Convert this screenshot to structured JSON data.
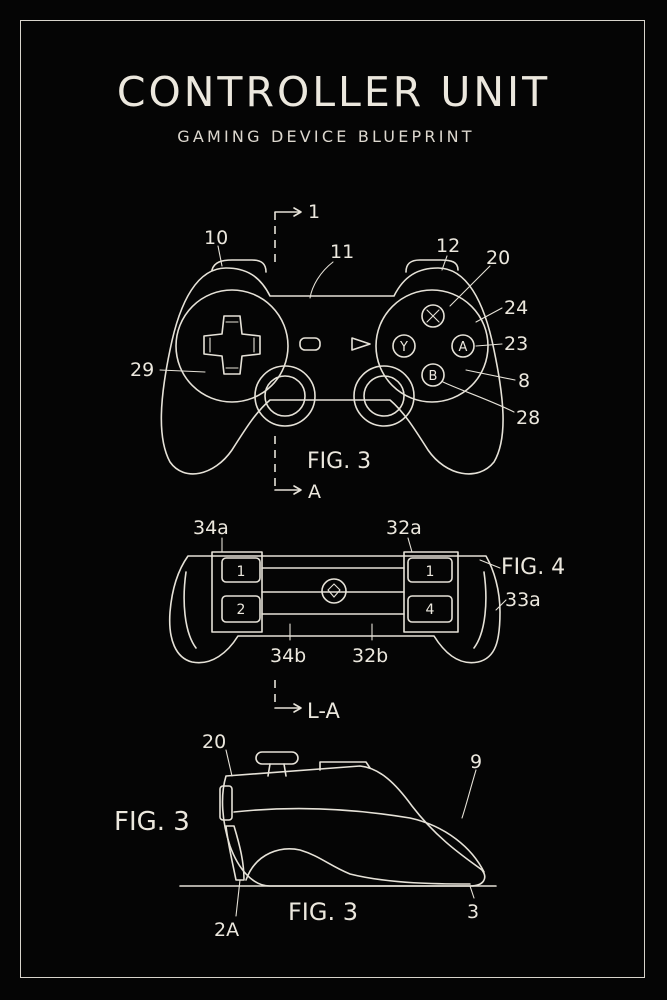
{
  "header": {
    "title": "CONTROLLER UNIT",
    "subtitle": "GAMING DEVICE BLUEPRINT"
  },
  "colors": {
    "background": "#050505",
    "line": "#e6e2d8",
    "text": "#ece8de"
  },
  "top_view": {
    "figure_label": "FIG. 3",
    "section_marker_top": "1",
    "section_marker_bottom": "A",
    "callouts": [
      "10",
      "11",
      "12",
      "20",
      "24",
      "23",
      "8",
      "28",
      "29"
    ],
    "face_buttons": [
      "Y",
      "A",
      "B"
    ]
  },
  "front_view": {
    "figure_label": "FIG. 4",
    "section_marker": "L-A",
    "callouts": [
      "34a",
      "32a",
      "33a",
      "34b",
      "32b"
    ],
    "left_buttons": [
      "1",
      "2"
    ],
    "right_buttons": [
      "1",
      "4"
    ]
  },
  "side_view": {
    "figure_label_left": "FIG. 3",
    "figure_label_bottom": "FIG. 3",
    "callouts": [
      "20",
      "9",
      "2A",
      "3"
    ]
  }
}
